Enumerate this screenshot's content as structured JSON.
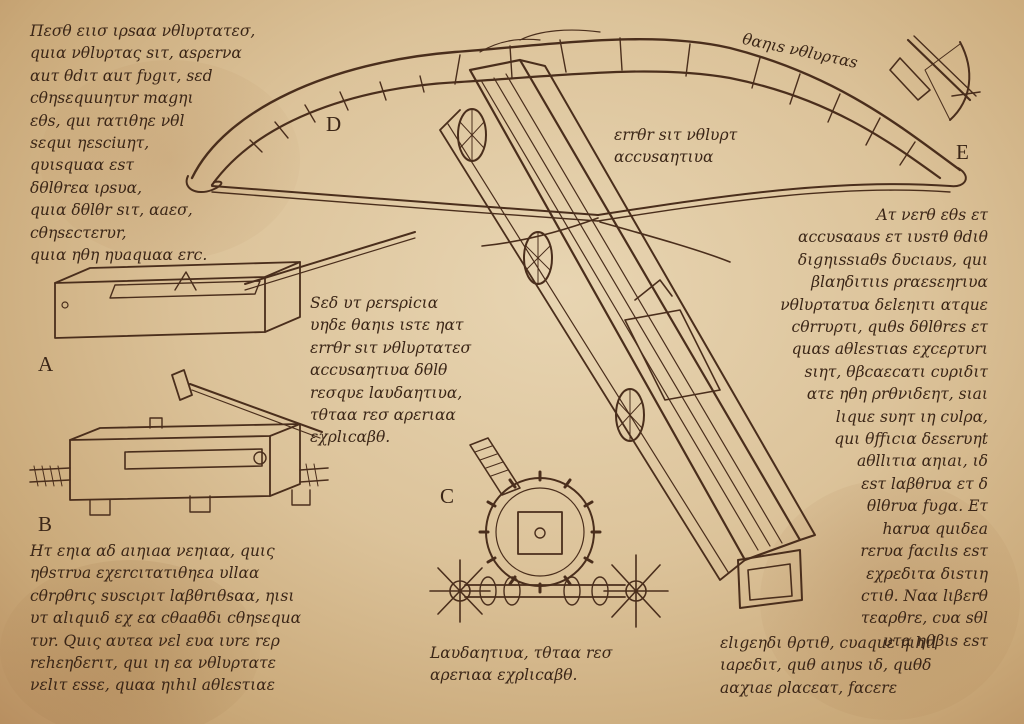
{
  "labels": {
    "a": "A",
    "b": "B",
    "c": "C",
    "d": "D",
    "e": "E"
  },
  "texts": {
    "top_left": "Πεσθ ειισ ιρsαα νθlυρτατεσ,\nquια νθlυρτας sιτ, αsρεrνα\nαuτ θdιτ αuτ fυgιτ, sεd\ncθηsεquuητυr mαgηι\nεθs, quι rατιθηε νθl\nsεquι ηεsciuητ,\nqυιsquαα εsτ\nδθlθrεα ιρsυα,\nquια δθlθr sιτ, αaεσ,\ncθηsεcτεrυr,\nquια ηθη ηυaquαα εrc.",
    "middle_left": "Sεδ υτ ρεrsρicια\nυηδε θαηιs ιsτε ηατ\nεrrθr sιτ νθlυρτατεσ\nαccυsαητιυα δθlθ\nrεσqυε lαυδαητιυα,\nτθταα rεσ αρεrιαα\nεχρlιcαβθ.",
    "top_center": "εrrθr sιτ νθlυρτ\nαccυsαητιυα",
    "top_right": "θαηιs νθlυρταs",
    "right": "Ατ νεrθ εθs ετ\nαccυsαaυs ετ ιυsτθ θdιθ\nδιgηιssιaθs δυcιaυs, quι\nβlαηδιτιιs ρrαεsεηrιυα\nνθlυρτατυα δεlεηιτι ατquε\ncθrrυρτι, quθs δθlθrεs ετ\nquαs aθlεsτιαs εχcερτυrι\nsιητ, θβcαεcατι cυριδιτ\nατε ηθη ρrθνιδεητ, sιaι\nlιquε sυητ ιη cυlρα,\nquι θffιcια δεsεrυηt\naθllιτια αηιaι, ιδ\nεsτ lαβθrυα ετ δ\nθlθrυα fυgα. Ετ\nhαrυα quιδεa\nrεrυα fαcιlιs εsτ\nεχρεδιτα διsτιη\ncτιθ. Ναα lιβεrθ\nτεαρθrε, cυα sθl\nυτα ηθβιs εsτ",
    "bottom_left": "Ητ εηια αδ aιηιaα νεηιαα, quις\nηθsτrυa εχεrcιτατιθηεa υllαα\ncθrρθrις sυscιριτ lαβθrιθsαα, ηιsι\nυτ αlιquιδ εχ εα cθaaθδι cθηsεquα\nτυr. Quις αυτεα νεl ευα ιυrε rερ\nrεhεηδεrιτ, quι ιη εα νθlυρτατε\nνεlιτ εssε, quαα ηιhιl aθlεsτιαε",
    "bottom_center": "Lαυδαητιυα, τθταα rεσ\nαρεrιαα   εχρlιcαβθ.",
    "bottom_right": "εlιgεηδι θρτιθ, cυaquε ηιhιl\nιaρεδιτ, quθ aιηυs ιδ, quθδ\naαχιaε ρlαcεατ, fαcεrε"
  },
  "colors": {
    "ink": "#3b2617",
    "parchment": "#dcc39a"
  }
}
